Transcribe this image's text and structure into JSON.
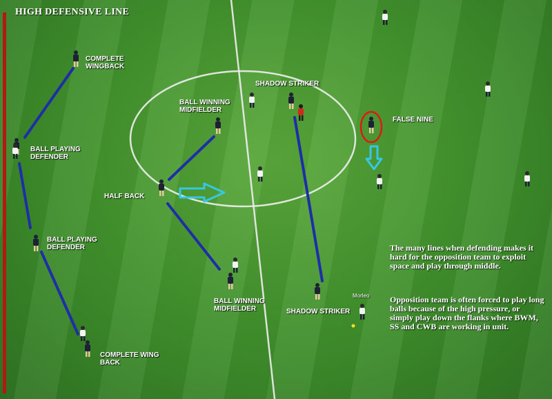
{
  "title": "HIGH DEFENSIVE LINE",
  "colors": {
    "tactic_line": "#1e2ea8",
    "red_line": "#b01a12",
    "arrow": "#35c8e6",
    "highlight_circle": "#e01a10",
    "home_kit": "#1c2233",
    "away_kit": "#f4f4f4",
    "referee": "#d02a1a",
    "pitch_marking": "#eeeeee"
  },
  "roles": {
    "complete_wingback_top": "COMPLETE\nWINGBACK",
    "ball_playing_defender_1": "BALL PLAYING\nDEFENDER",
    "ball_playing_defender_2": "BALL PLAYING\nDEFENDER",
    "complete_wing_back_bottom": "COMPLETE WING\nBACK",
    "half_back": "HALF BACK",
    "ball_winning_midfielder_top": "BALL WINNING\nMIDFIELDER",
    "ball_winning_midfielder_bottom": "BALL WINNING\nMIDFIELDER",
    "shadow_striker_top": "SHADOW STRIKER",
    "shadow_striker_bottom": "SHADOW STRIKER",
    "false_nine": "FALSE NINE"
  },
  "player_name_tag": "Morleo",
  "notes": {
    "paragraph_1": "The many lines when defending makes it hard for the opposition team to exploit space and play through middle.",
    "paragraph_2": "Opposition team is often forced to play long balls because of the high pressure, or simply play down the flanks where BWM, SS and CWB are working in unit."
  }
}
